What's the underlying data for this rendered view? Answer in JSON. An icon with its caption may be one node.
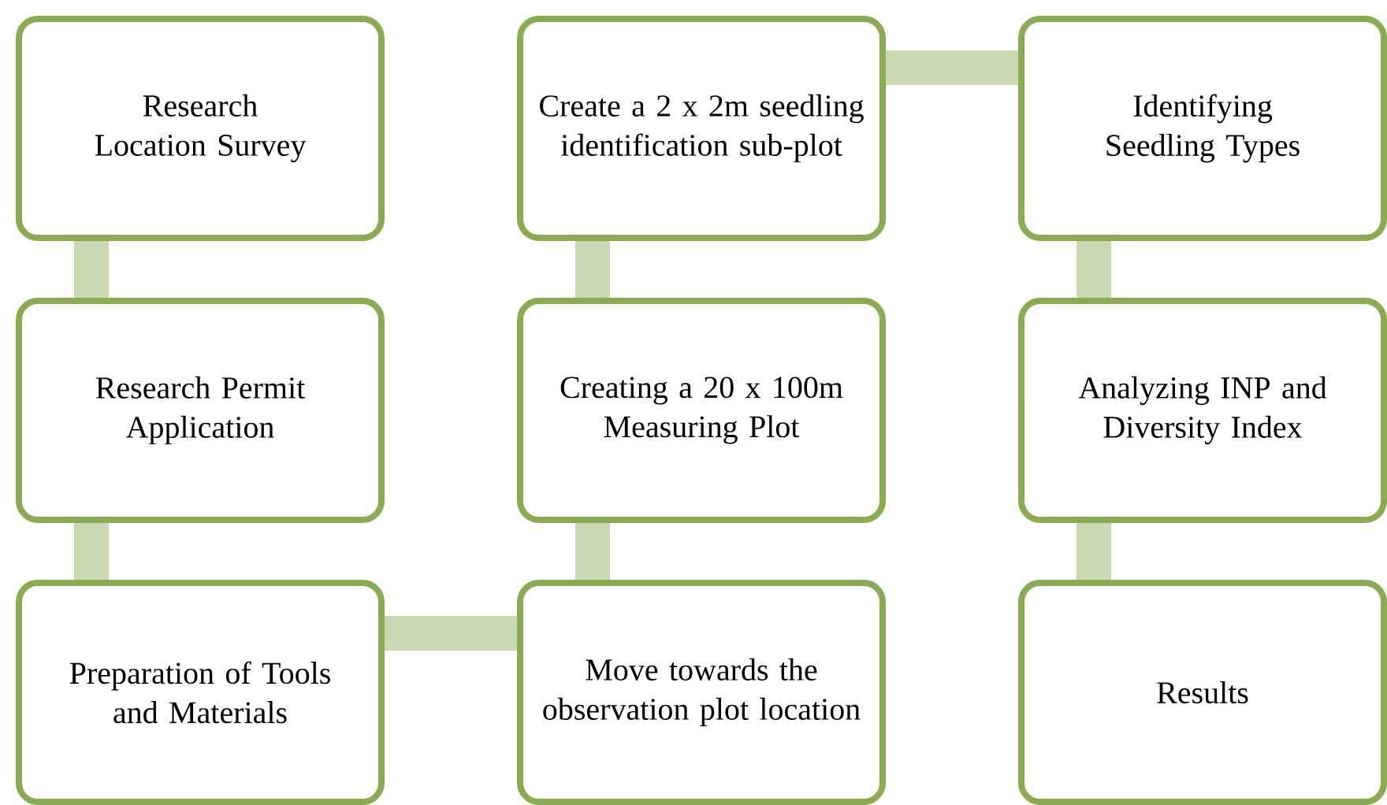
{
  "diagram": {
    "nodes": [
      {
        "text": [
          "Research Location Survey"
        ]
      },
      {
        "text": [
          "Research Permit Application"
        ]
      },
      {
        "text": [
          "Preparation of Tools and Materials"
        ]
      },
      {
        "text": [
          "Move towards the observation plot location"
        ]
      },
      {
        "text": [
          "Creating a 20 x 100m Measuring Plot"
        ]
      },
      {
        "text": [
          "Create a 2 x 2m seedling identification sub-plot"
        ]
      },
      {
        "text": [
          "Identifying Seedling Types"
        ]
      },
      {
        "text": [
          "Analyzing INP and Diversity Index"
        ]
      },
      {
        "text": [
          "Results"
        ]
      }
    ],
    "edges": [
      {
        "from": 0,
        "to": 1,
        "arrow": "none"
      },
      {
        "from": 1,
        "to": 2,
        "arrow": "none"
      },
      {
        "from": 2,
        "to": 3,
        "arrow": "none"
      },
      {
        "from": 3,
        "to": 4,
        "arrow": "none"
      },
      {
        "from": 4,
        "to": 5,
        "arrow": "none"
      },
      {
        "from": 5,
        "to": 6,
        "arrow": "none"
      },
      {
        "from": 6,
        "to": 7,
        "arrow": "none"
      },
      {
        "from": 7,
        "to": 8,
        "arrow": "none"
      }
    ]
  }
}
